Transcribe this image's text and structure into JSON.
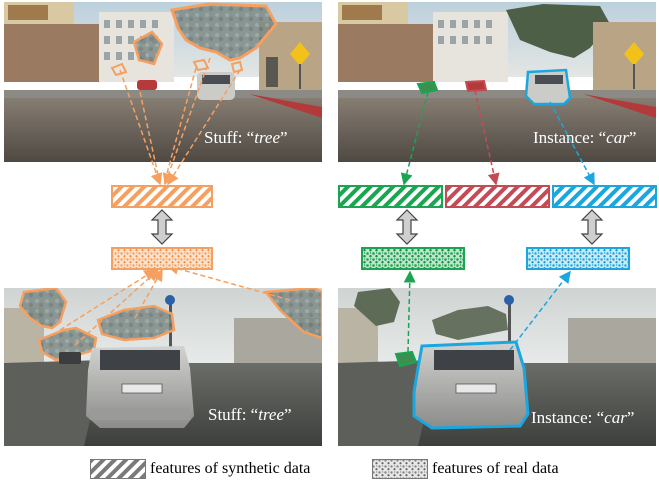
{
  "panels": {
    "top_left": {
      "caption_prefix": "Stuff: “",
      "caption_word": "tree",
      "caption_suffix": "”"
    },
    "top_right": {
      "caption_prefix": "Instance: “",
      "caption_word": "car",
      "caption_suffix": "”"
    },
    "bottom_left": {
      "caption_prefix": "Stuff: “",
      "caption_word": "tree",
      "caption_suffix": "”"
    },
    "bottom_right": {
      "caption_prefix": "Instance: “",
      "caption_word": "car",
      "caption_suffix": "”"
    }
  },
  "legend": {
    "synthetic_label": "features of synthetic data",
    "real_label": "features of real data"
  },
  "colors": {
    "tree_orange": "#f5a060",
    "car_green": "#1aa551",
    "car_red": "#c44b55",
    "car_blue": "#1aa7e0"
  },
  "icons": {
    "swap": "double-headed-vertical-arrow"
  }
}
